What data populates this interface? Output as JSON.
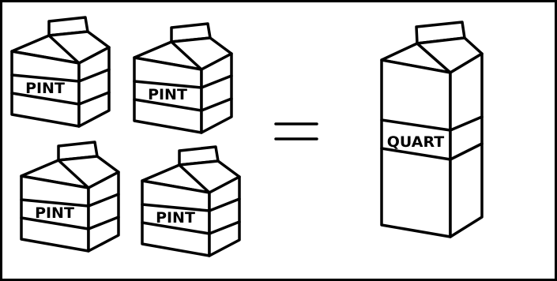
{
  "colors": {
    "ink": "#000000",
    "paper": "#ffffff"
  },
  "cartons": {
    "pint_label": "PINT",
    "quart_label": "QUART",
    "pint_count": 4
  },
  "equation": {
    "symbol": "equals-sign"
  }
}
